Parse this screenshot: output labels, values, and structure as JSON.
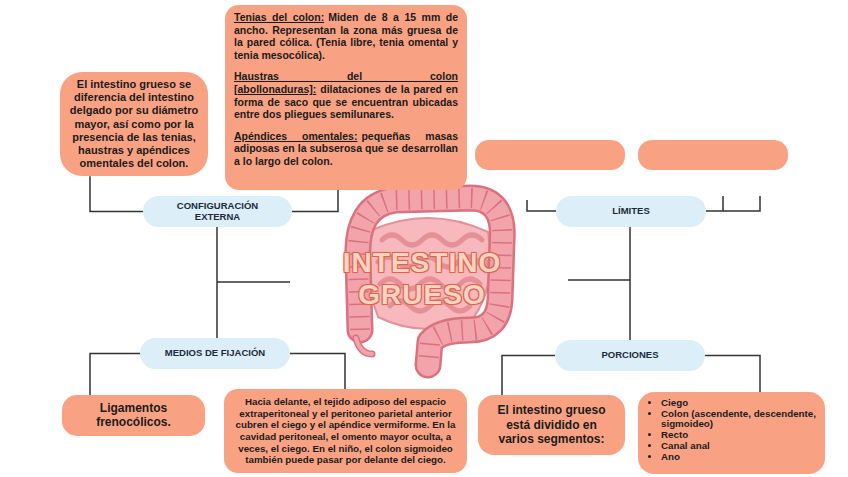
{
  "diagram": {
    "title": "INTESTINO GRUESO",
    "nodes": [
      {
        "text": [
          "El intestino grueso se diferencia del intestino delgado por su diámetro mayor, así como por la presencia de las tenias, haustras y apéndices omentales del colon."
        ]
      },
      {
        "text": [
          "Tenias del colon:",
          "Miden de 8 a 15 mm de ancho. Representan la zona más gruesa de la pared cólica. (Tenia libre, tenia omental y tenia mesocólica).",
          "Haustras del colon [abollonaduras]:",
          "dilataciones de la pared en forma de saco que se encuentran ubicadas entre dos pliegues semilunares.",
          "Apéndices omentales:",
          "pequeñas masas adiposas en la subserosa que se desarrollan a lo largo del colon."
        ]
      },
      {
        "text": [
          "CONFIGURACIÓN EXTERNA"
        ]
      },
      {
        "text": [
          "LÍMITES"
        ]
      },
      {
        "text": [
          "MEDIOS DE FIJACIÓN"
        ]
      },
      {
        "text": [
          "PORCIONES"
        ]
      },
      {
        "text": [
          "Ligamentos frenocólicos."
        ]
      },
      {
        "text": [
          "Hacia delante, el tejido adiposo del espacio extraperitoneal y el peritoneo parietal anterior cubren el ciego y el apéndice vermiforme. En la cavidad peritoneal, el omento mayor oculta, a veces, el ciego. En el niño, el colon sigmoideo también puede pasar por delante del ciego."
        ]
      },
      {
        "text": [
          "El intestino grueso está dividido en varios segmentos:"
        ]
      },
      {
        "text": [
          "Ciego",
          "Colon (ascendente, descendente, sigmoideo)",
          "Recto",
          "Canal anal",
          "Ano"
        ]
      }
    ],
    "edges": [
      {
        "from": 0,
        "to": 2,
        "arrow": "none"
      },
      {
        "from": 2,
        "to": 1,
        "arrow": "none"
      },
      {
        "from": 2,
        "to": 4,
        "arrow": "none"
      },
      {
        "from": 3,
        "to": 5,
        "arrow": "none"
      },
      {
        "from": 4,
        "to": 6,
        "arrow": "none"
      },
      {
        "from": 4,
        "to": 7,
        "arrow": "none"
      },
      {
        "from": 5,
        "to": 8,
        "arrow": "none"
      },
      {
        "from": 5,
        "to": 9,
        "arrow": "none"
      }
    ]
  }
}
